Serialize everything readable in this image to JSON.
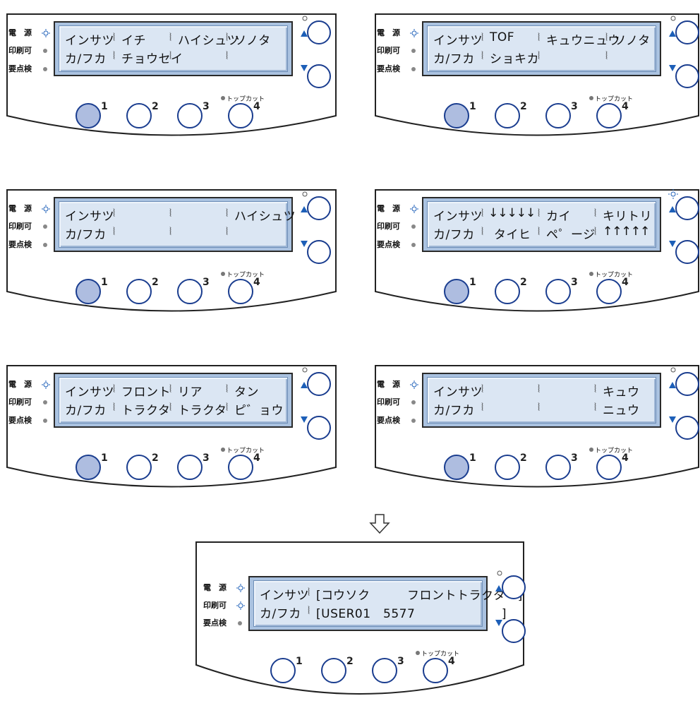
{
  "labels": {
    "power": "電　源",
    "ready": "印刷可",
    "check": "要点検",
    "topcut": "トップカット",
    "row1_head": "インサツ",
    "row2_head": "カ/フカ",
    "up": "▲",
    "down": "▼",
    "btn1": "1",
    "btn2": "2",
    "btn3": "3",
    "btn4": "4"
  },
  "colors": {
    "lcd": "#dbe6f3",
    "pressed_button": "#aebde0",
    "outline": "#1a3d8f",
    "led_on": "#1d5fb8"
  },
  "panels": [
    {
      "id": "p1",
      "row1": [
        "イチ",
        "ハイシュツ",
        "ソノタ"
      ],
      "row2": [
        "チョウセイ",
        "",
        ""
      ],
      "pressed": 1
    },
    {
      "id": "p2",
      "row1": [
        "TOF",
        "キュウニュウ",
        "ソノタ"
      ],
      "row2": [
        "ショキカ",
        "",
        ""
      ],
      "pressed": 1
    },
    {
      "id": "p3",
      "row1": [
        "",
        "",
        "ハイシュツ"
      ],
      "row2": [
        "",
        "",
        ""
      ],
      "pressed": 1
    },
    {
      "id": "p4",
      "row1": [
        "↓↓↓↓↓",
        "カイ",
        "キリトリ"
      ],
      "row2": [
        " タイヒ",
        "ペ゜ージ",
        "↑↑↑↑↑"
      ],
      "pressed": 1
    },
    {
      "id": "p5",
      "row1": [
        "フロント",
        "リア",
        "タン"
      ],
      "row2": [
        "トラクタ",
        "トラクタ",
        "ピ゛ョウ"
      ],
      "pressed": 1
    },
    {
      "id": "p6",
      "row1": [
        "",
        "",
        "キュウ"
      ],
      "row2": [
        "",
        "",
        "ニュウ"
      ],
      "pressed": 1
    }
  ],
  "final": {
    "row1": "[コウソク　　　フロントトラクタ　]",
    "row2": "[USER01　5577　　　　　　　]"
  }
}
